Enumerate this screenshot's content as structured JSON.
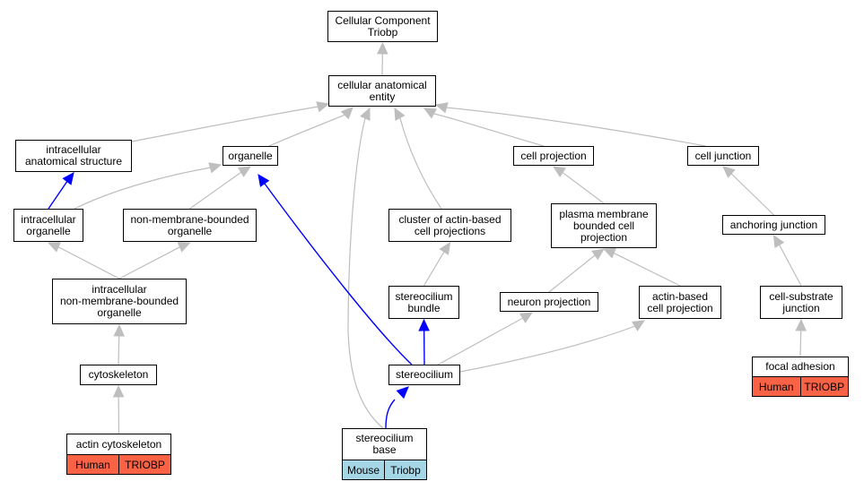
{
  "diagram": {
    "colors": {
      "is_a": "#bebebe",
      "highlight": "#0000ff",
      "human_tag": "#fa6245",
      "mouse_tag": "#a5d6e5"
    },
    "nodes": [
      {
        "id": "root",
        "label": "Cellular Component\nTriobp"
      },
      {
        "id": "cae",
        "label": "cellular anatomical\nentity"
      },
      {
        "id": "ias",
        "label": "intracellular\nanatomical structure"
      },
      {
        "id": "organelle",
        "label": "organelle"
      },
      {
        "id": "cellproj",
        "label": "cell projection"
      },
      {
        "id": "celljunc",
        "label": "cell junction"
      },
      {
        "id": "intraorg",
        "label": "intracellular\norganelle"
      },
      {
        "id": "nonmem",
        "label": "non-membrane-bounded\norganelle"
      },
      {
        "id": "cluster",
        "label": "cluster of actin-based\ncell projections"
      },
      {
        "id": "pmbcp",
        "label": "plasma membrane\nbounded cell\nprojection"
      },
      {
        "id": "anchor",
        "label": "anchoring junction"
      },
      {
        "id": "intranonmem",
        "label": "intracellular\nnon-membrane-bounded\norganelle"
      },
      {
        "id": "scbundle",
        "label": "stereocilium\nbundle"
      },
      {
        "id": "neuronproj",
        "label": "neuron projection"
      },
      {
        "id": "actinproj",
        "label": "actin-based\ncell projection"
      },
      {
        "id": "cellsub",
        "label": "cell-substrate\njunction"
      },
      {
        "id": "cytoskeleton",
        "label": "cytoskeleton"
      },
      {
        "id": "stereocilium",
        "label": "stereocilium"
      },
      {
        "id": "focal",
        "label": "focal adhesion",
        "tags": [
          {
            "text": "Human",
            "kind": "human"
          },
          {
            "text": "TRIOBP",
            "kind": "human"
          }
        ]
      },
      {
        "id": "actincyto",
        "label": "actin cytoskeleton",
        "tags": [
          {
            "text": "Human",
            "kind": "human"
          },
          {
            "text": "TRIOBP",
            "kind": "human"
          }
        ]
      },
      {
        "id": "scbase",
        "label": "stereocilium\nbase",
        "tags": [
          {
            "text": "Mouse",
            "kind": "mouse"
          },
          {
            "text": "Triobp",
            "kind": "mouse"
          }
        ]
      }
    ],
    "edges": [
      {
        "from": "cae",
        "to": "root",
        "highlight": false
      },
      {
        "from": "ias",
        "to": "cae",
        "highlight": false
      },
      {
        "from": "organelle",
        "to": "cae",
        "highlight": false
      },
      {
        "from": "cellproj",
        "to": "cae",
        "highlight": false
      },
      {
        "from": "celljunc",
        "to": "cae",
        "highlight": false
      },
      {
        "from": "cluster",
        "to": "cae",
        "highlight": false
      },
      {
        "from": "scbase",
        "to": "cae",
        "highlight": false
      },
      {
        "from": "intraorg",
        "to": "ias",
        "highlight": true
      },
      {
        "from": "intraorg",
        "to": "organelle",
        "highlight": false
      },
      {
        "from": "nonmem",
        "to": "organelle",
        "highlight": false
      },
      {
        "from": "stereocilium",
        "to": "organelle",
        "highlight": true
      },
      {
        "from": "pmbcp",
        "to": "cellproj",
        "highlight": false
      },
      {
        "from": "anchor",
        "to": "celljunc",
        "highlight": false
      },
      {
        "from": "intranonmem",
        "to": "intraorg",
        "highlight": false
      },
      {
        "from": "intranonmem",
        "to": "nonmem",
        "highlight": false
      },
      {
        "from": "scbundle",
        "to": "cluster",
        "highlight": false
      },
      {
        "from": "neuronproj",
        "to": "pmbcp",
        "highlight": false
      },
      {
        "from": "actinproj",
        "to": "pmbcp",
        "highlight": false
      },
      {
        "from": "cellsub",
        "to": "anchor",
        "highlight": false
      },
      {
        "from": "cytoskeleton",
        "to": "intranonmem",
        "highlight": false
      },
      {
        "from": "stereocilium",
        "to": "scbundle",
        "highlight": true
      },
      {
        "from": "stereocilium",
        "to": "neuronproj",
        "highlight": false
      },
      {
        "from": "stereocilium",
        "to": "actinproj",
        "highlight": false
      },
      {
        "from": "focal",
        "to": "cellsub",
        "highlight": false
      },
      {
        "from": "actincyto",
        "to": "cytoskeleton",
        "highlight": false
      },
      {
        "from": "scbase",
        "to": "stereocilium",
        "highlight": true
      }
    ]
  }
}
